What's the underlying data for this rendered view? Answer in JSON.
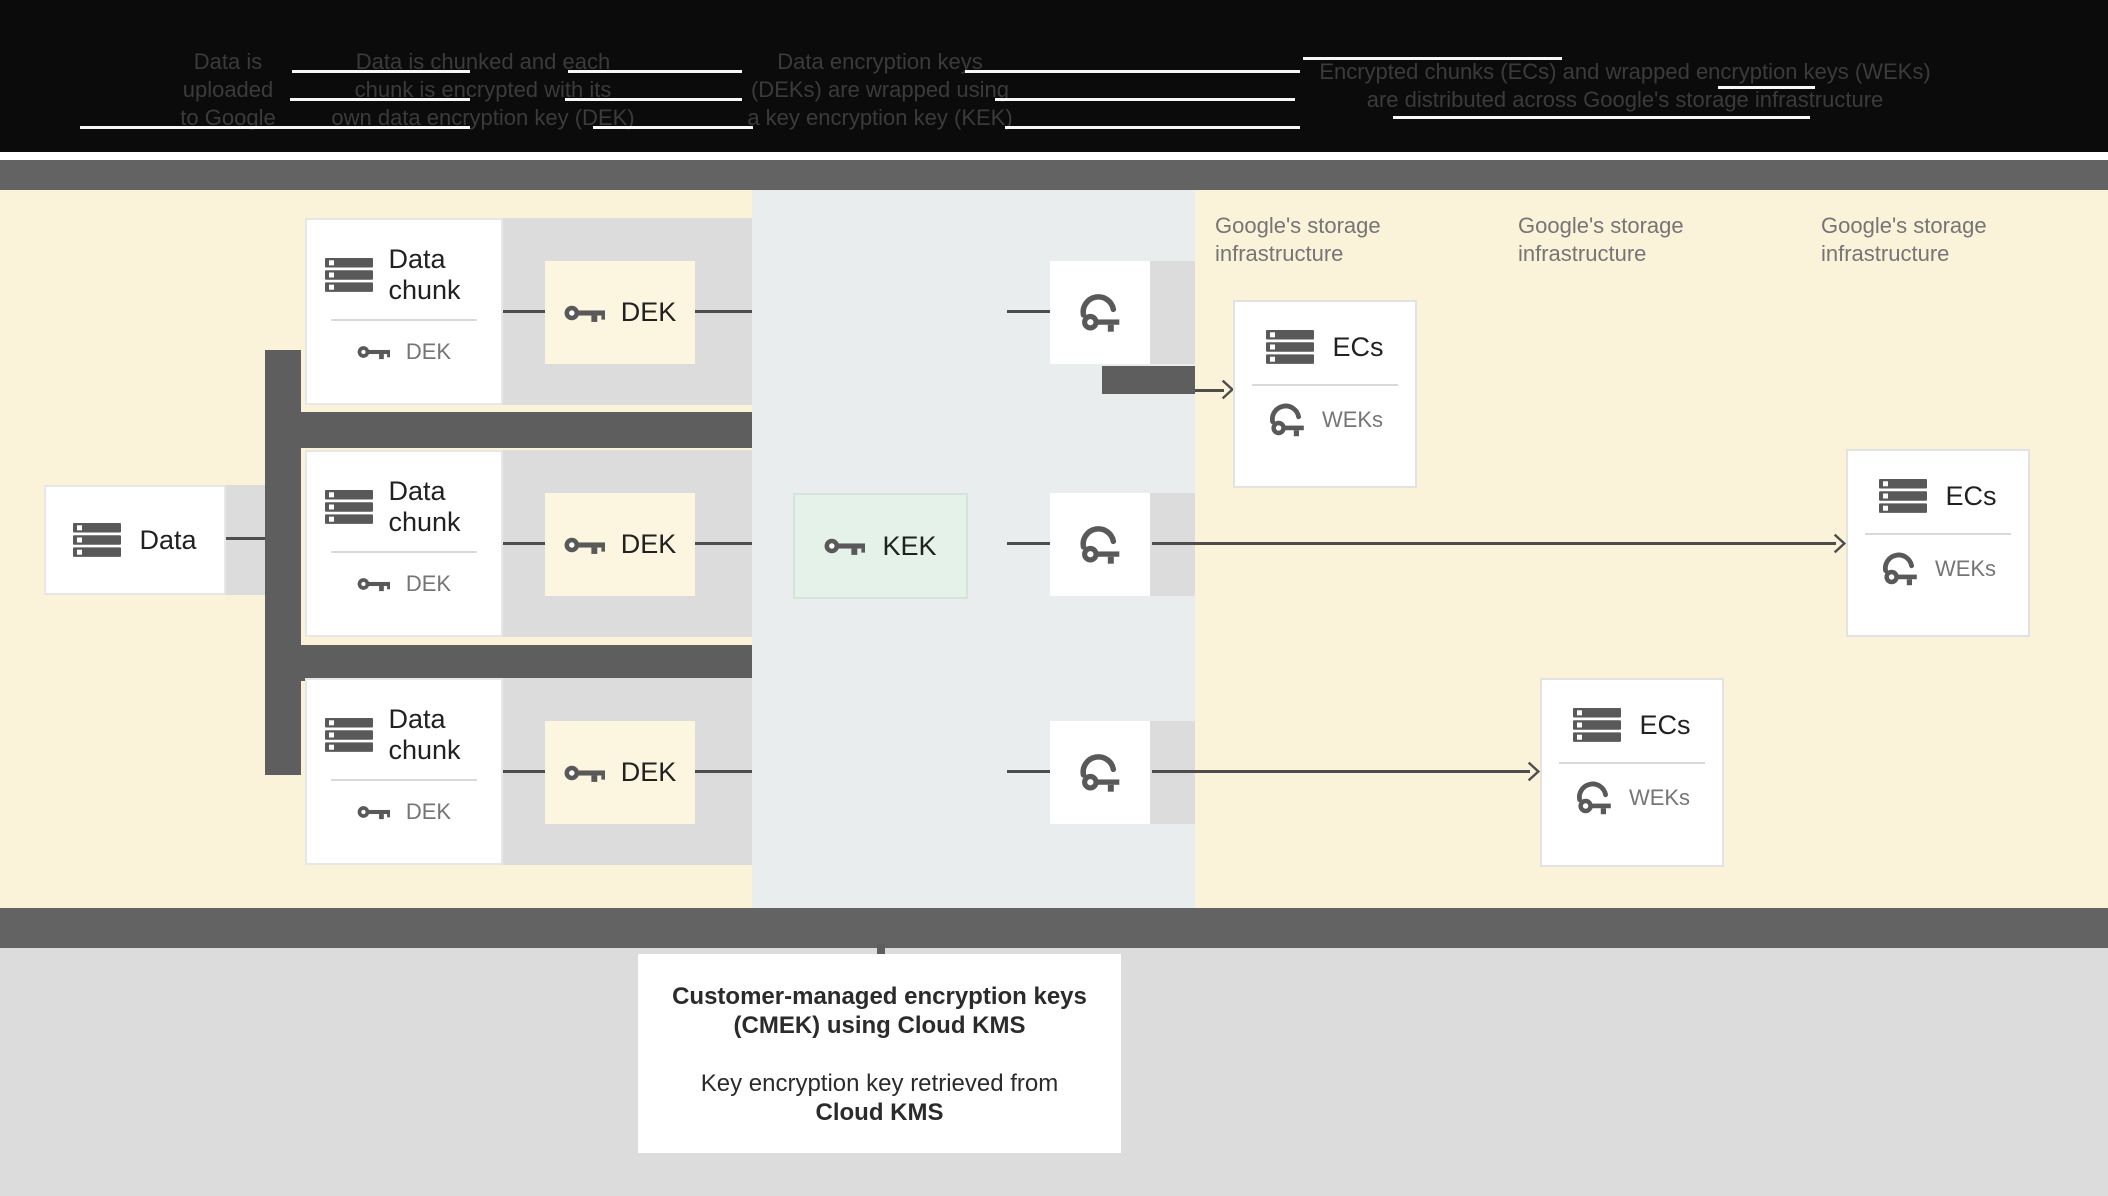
{
  "header": {
    "columns": [
      {
        "lines": [
          "Data is",
          "uploaded",
          "to Google"
        ]
      },
      {
        "lines": [
          "Data is chunked and each",
          "chunk is encrypted with its",
          "own data encryption key (DEK)"
        ]
      },
      {
        "lines": [
          "Data encryption keys",
          "(DEKs) are wrapped using",
          "a key encryption key (KEK)"
        ]
      },
      {
        "lines": [
          "Encrypted chunks (ECs) and wrapped encryption keys (WEKs)",
          "are distributed across Google's storage infrastructure"
        ]
      }
    ]
  },
  "diagram": {
    "data_box": {
      "label": "Data"
    },
    "chunk_rows": [
      {
        "chunk_label": "Data chunk",
        "chunk_key_label": "DEK",
        "dek_box_label": "DEK"
      },
      {
        "chunk_label": "Data chunk",
        "chunk_key_label": "DEK",
        "dek_box_label": "DEK"
      },
      {
        "chunk_label": "Data chunk",
        "chunk_key_label": "DEK",
        "dek_box_label": "DEK"
      }
    ],
    "kek_box": {
      "label": "KEK"
    },
    "storage_labels": [
      "Google's storage infrastructure",
      "Google's storage infrastructure",
      "Google's storage infrastructure"
    ],
    "ec_boxes": [
      {
        "title": "ECs",
        "key_label": "WEKs"
      },
      {
        "title": "ECs",
        "key_label": "WEKs"
      },
      {
        "title": "ECs",
        "key_label": "WEKs"
      }
    ]
  },
  "callout": {
    "title_line1": "Customer-managed encryption keys",
    "title_line2": "(CMEK) using Cloud KMS",
    "body_line1": "Key encryption key retrieved from",
    "body_line2": "Cloud KMS"
  },
  "colors": {
    "cream_panel": "#FAF2D9",
    "blue_panel": "#E9EDEE",
    "mint_kek": "#E5F2EA",
    "divider_bar": "#636363",
    "branch_dark": "#5E5E5E",
    "band_gray": "#DCDCDC",
    "icon_gray": "#595959",
    "muted_text": "#757575",
    "dark_text": "#212121",
    "header_text": "#3B3B3B"
  }
}
